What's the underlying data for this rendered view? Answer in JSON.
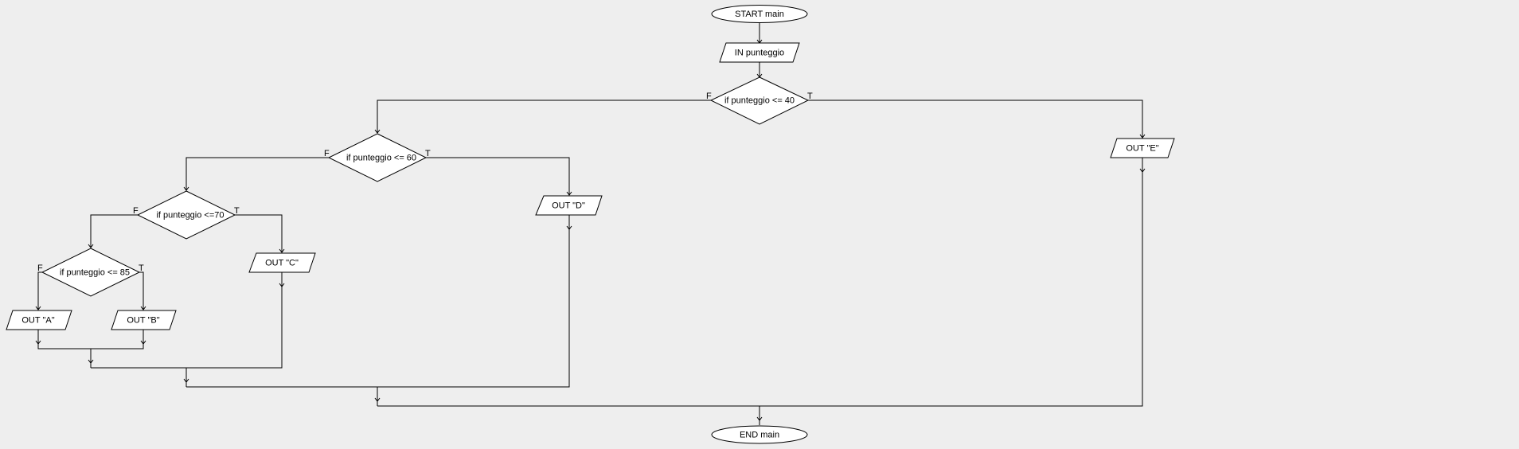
{
  "flowchart": {
    "start": "START main",
    "input": "IN punteggio",
    "end": "END main",
    "decisions": [
      {
        "label": "if punteggio <= 40",
        "true_branch": "T",
        "false_branch": "F"
      },
      {
        "label": "if punteggio <= 60",
        "true_branch": "T",
        "false_branch": "F"
      },
      {
        "label": "if punteggio <=70",
        "true_branch": "T",
        "false_branch": "F"
      },
      {
        "label": "if punteggio <= 85",
        "true_branch": "T",
        "false_branch": "F"
      }
    ],
    "outputs": [
      {
        "label": "OUT \"E\""
      },
      {
        "label": "OUT \"D\""
      },
      {
        "label": "OUT \"C\""
      },
      {
        "label": "OUT \"B\""
      },
      {
        "label": "OUT \"A\""
      }
    ]
  }
}
